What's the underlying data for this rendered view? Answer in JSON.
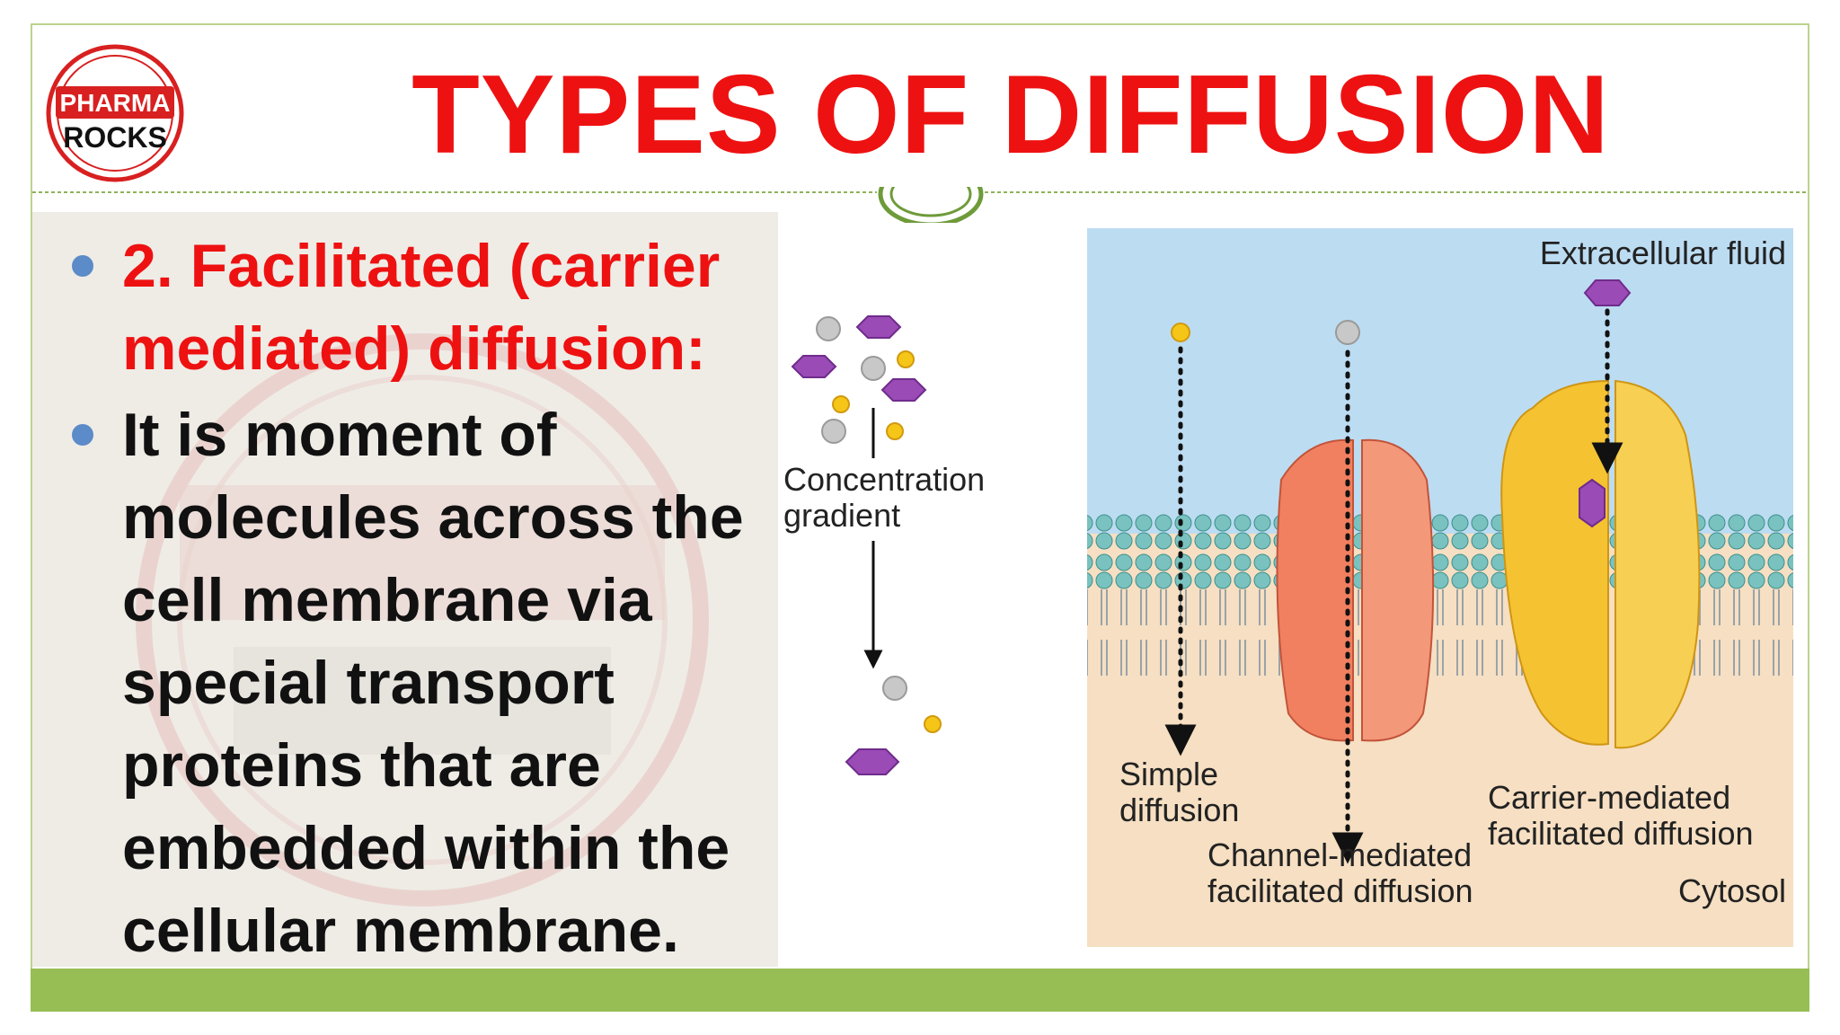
{
  "slide": {
    "title": "TYPES OF DIFFUSION",
    "logo": {
      "top_text": "PHARMA",
      "bottom_text": "ROCKS"
    },
    "bullets": [
      {
        "text_line1": "2. Facilitated (carrier",
        "text_line2": "mediated) diffusion:",
        "color": "#ee1111"
      },
      {
        "lines": [
          "It is moment of",
          "molecules across the",
          "cell membrane via",
          "special transport",
          "proteins that are",
          "embedded within the",
          "cellular membrane."
        ]
      }
    ]
  },
  "figure": {
    "labels": {
      "extracellular": "Extracellular fluid",
      "gradient_line1": "Concentration",
      "gradient_line2": "gradient",
      "simple_line1": "Simple",
      "simple_line2": "diffusion",
      "channel_line1": "Channel-mediated",
      "channel_line2": "facilitated diffusion",
      "carrier_line1": "Carrier-mediated",
      "carrier_line2": "facilitated diffusion",
      "cytosol": "Cytosol"
    },
    "colors": {
      "extracellular": "#bcdcf2",
      "cytosol": "#f6dfc2",
      "lipid_head": "#79c2c0",
      "channel_protein": "#f08060",
      "carrier_protein": "#f5c232",
      "purple_molecule": "#9a4bb6",
      "yellow_molecule": "#f5c617",
      "grey_molecule": "#c8c8c8"
    }
  },
  "colors": {
    "title": "#ee1111",
    "bullet": "#5b8bc8",
    "bottom_bar": "#97be55",
    "left_panel": "#efece6"
  }
}
